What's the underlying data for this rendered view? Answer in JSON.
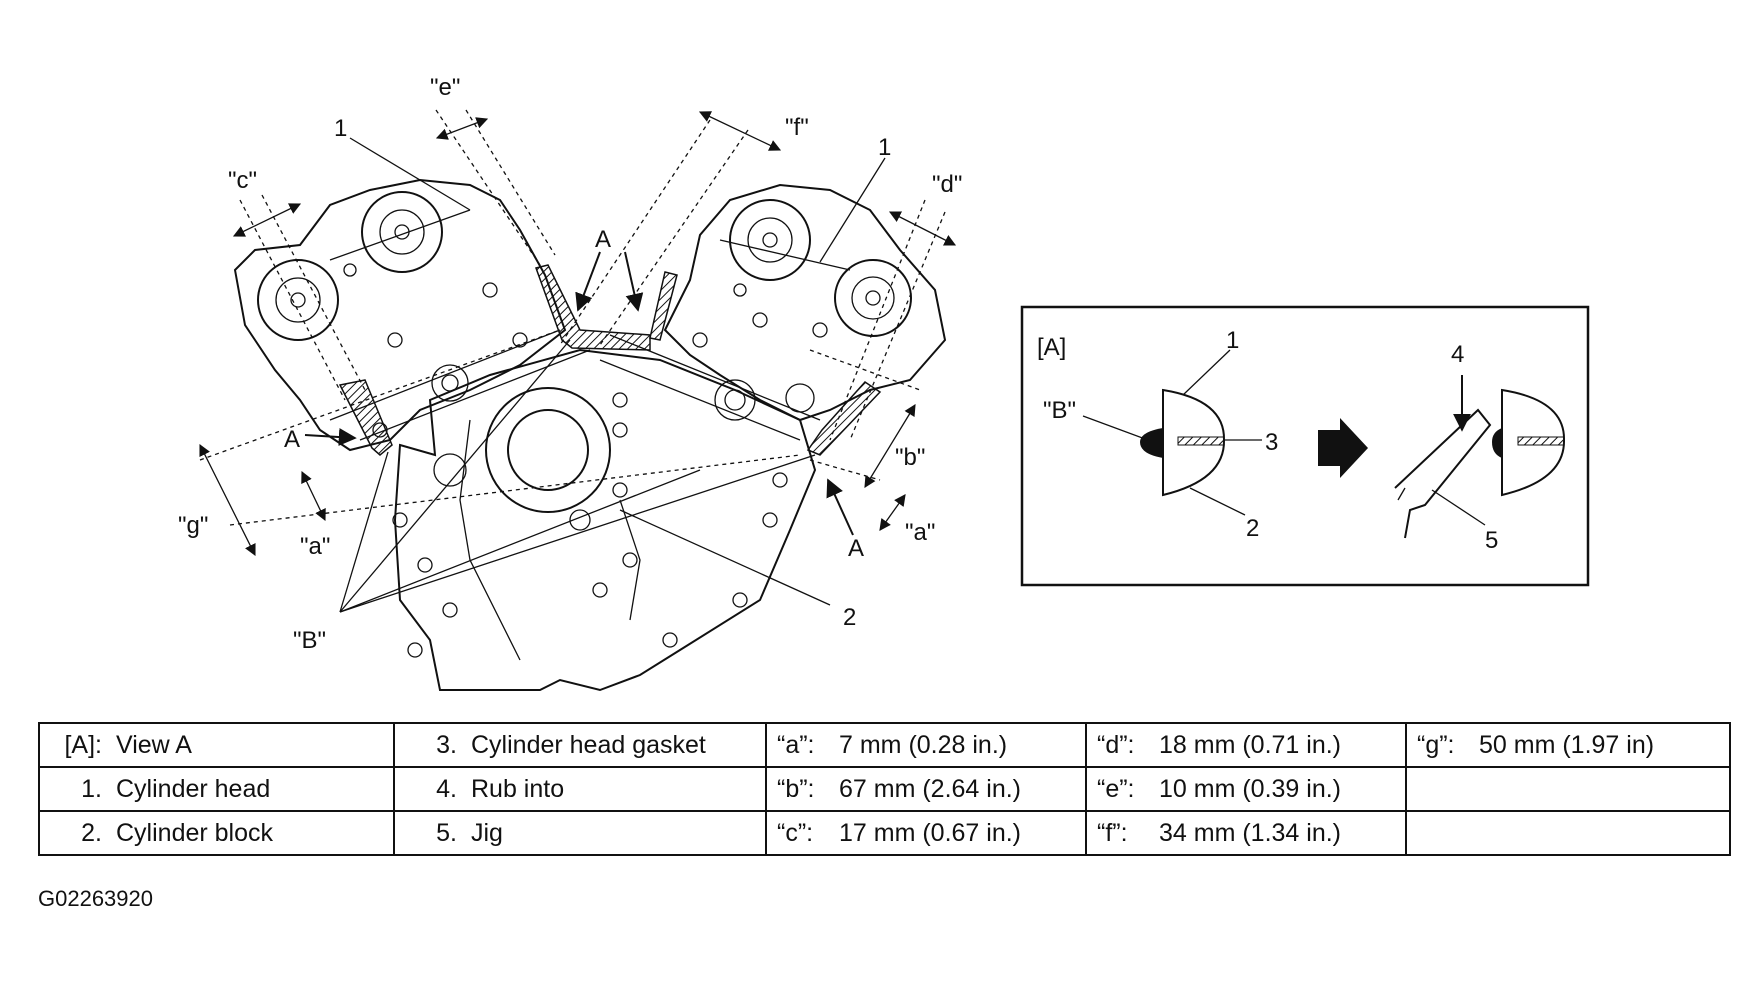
{
  "diagram": {
    "labels": {
      "e": "\"e\"",
      "f": "\"f\"",
      "c": "\"c\"",
      "d": "\"d\"",
      "b": "\"b\"",
      "a_left": "\"a\"",
      "a_right": "\"a\"",
      "g": "\"g\"",
      "B_main": "\"B\"",
      "view_A_top": "A",
      "view_A_left": "A",
      "view_A_right": "A",
      "head_left": "1",
      "head_right": "1",
      "block": "2"
    },
    "view_a": {
      "title": "[A]",
      "B": "\"B\"",
      "n1": "1",
      "n2": "2",
      "n3": "3",
      "n4": "4",
      "n5": "5"
    }
  },
  "legend": {
    "rows": [
      [
        {
          "k": "[A]:",
          "v": "View A"
        },
        {
          "k": "3.",
          "v": "Cylinder head gasket"
        },
        {
          "k": "“a”:",
          "v": "7 mm (0.28 in.)"
        },
        {
          "k": "“d”:",
          "v": "18 mm (0.71 in.)"
        },
        {
          "k": "“g”:",
          "v": "50 mm (1.97 in)"
        }
      ],
      [
        {
          "k": "1.",
          "v": "Cylinder head"
        },
        {
          "k": "4.",
          "v": "Rub into"
        },
        {
          "k": "“b”:",
          "v": "67 mm (2.64 in.)"
        },
        {
          "k": "“e”:",
          "v": "10 mm (0.39 in.)"
        },
        {
          "k": "",
          "v": ""
        }
      ],
      [
        {
          "k": "2.",
          "v": "Cylinder block"
        },
        {
          "k": "5.",
          "v": "Jig"
        },
        {
          "k": "“c”:",
          "v": "17 mm (0.67 in.)"
        },
        {
          "k": "“f”:",
          "v": "34 mm (1.34 in.)"
        },
        {
          "k": "",
          "v": ""
        }
      ]
    ]
  },
  "figure_code": "G02263920"
}
